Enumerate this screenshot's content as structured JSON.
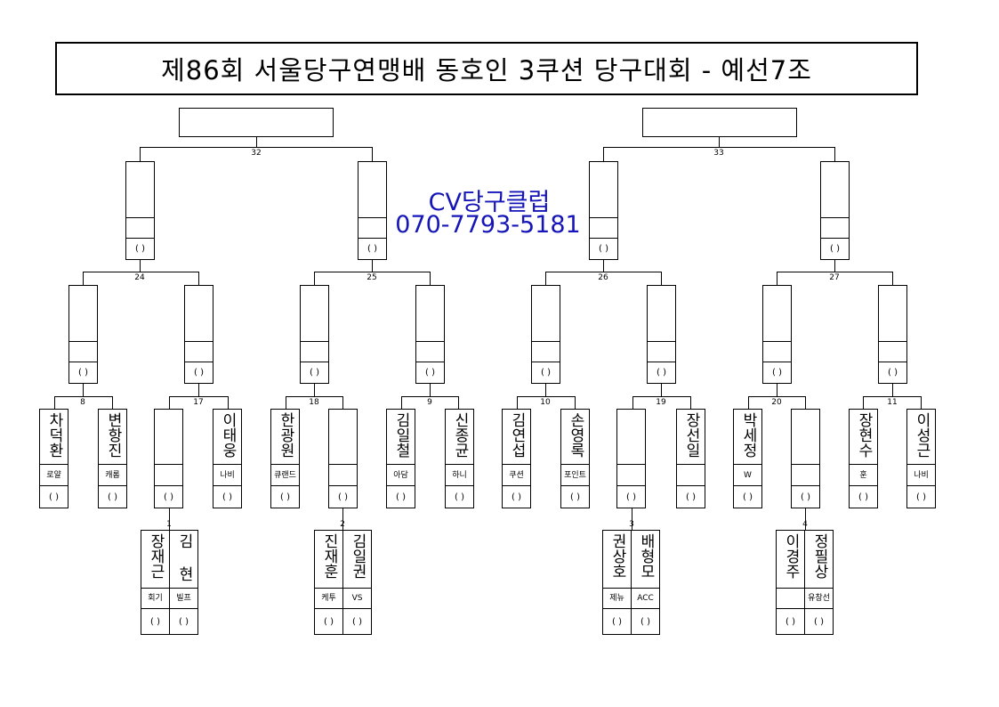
{
  "title": "제86회 서울당구연맹배 동호인 3쿠션 당구대회 - 예선7조",
  "promo": {
    "club": "CV당구클럽",
    "phone": "070-7793-5181",
    "color": "#1515b8"
  },
  "score_mark": "( )",
  "match_numbers": {
    "m32": "32",
    "m33": "33",
    "m24": "24",
    "m25": "25",
    "m26": "26",
    "m27": "27",
    "m8": "8",
    "m17": "17",
    "m18": "18",
    "m9": "9",
    "m10": "10",
    "m19": "19",
    "m20": "20",
    "m11": "11",
    "m1": "1",
    "m2": "2",
    "m3": "3",
    "m4": "4"
  },
  "players": {
    "p8a": {
      "name": "차덕환",
      "club": "로얄"
    },
    "p8b": {
      "name": "변항진",
      "club": "캐롬"
    },
    "p17b": {
      "name": "이태웅",
      "club": "나비"
    },
    "p18a": {
      "name": "한광원",
      "club": "큐랜드"
    },
    "p9a": {
      "name": "김일철",
      "club": "아담"
    },
    "p9b": {
      "name": "신종균",
      "club": "하니"
    },
    "p10a": {
      "name": "김연섭",
      "club": "쿠션"
    },
    "p10b": {
      "name": "손영록",
      "club": "포인트"
    },
    "p19b": {
      "name": "장선일",
      "club": ""
    },
    "p20a": {
      "name": "박세정",
      "club": "W"
    },
    "p11a": {
      "name": "장현수",
      "club": "훈"
    },
    "p11b": {
      "name": "이성근",
      "club": "나비"
    },
    "p1a": {
      "name": "장재근",
      "club": "회기"
    },
    "p1b": {
      "name": "김 현",
      "club": "빌프"
    },
    "p2a": {
      "name": "진재훈",
      "club": "케투"
    },
    "p2b": {
      "name": "김일권",
      "club": "VS"
    },
    "p3a": {
      "name": "권상호",
      "club": "제뉴"
    },
    "p3b": {
      "name": "배형모",
      "club": "ACC"
    },
    "p4a": {
      "name": "이경주",
      "club": ""
    },
    "p4b": {
      "name": "정필상",
      "club": "유창선"
    }
  }
}
